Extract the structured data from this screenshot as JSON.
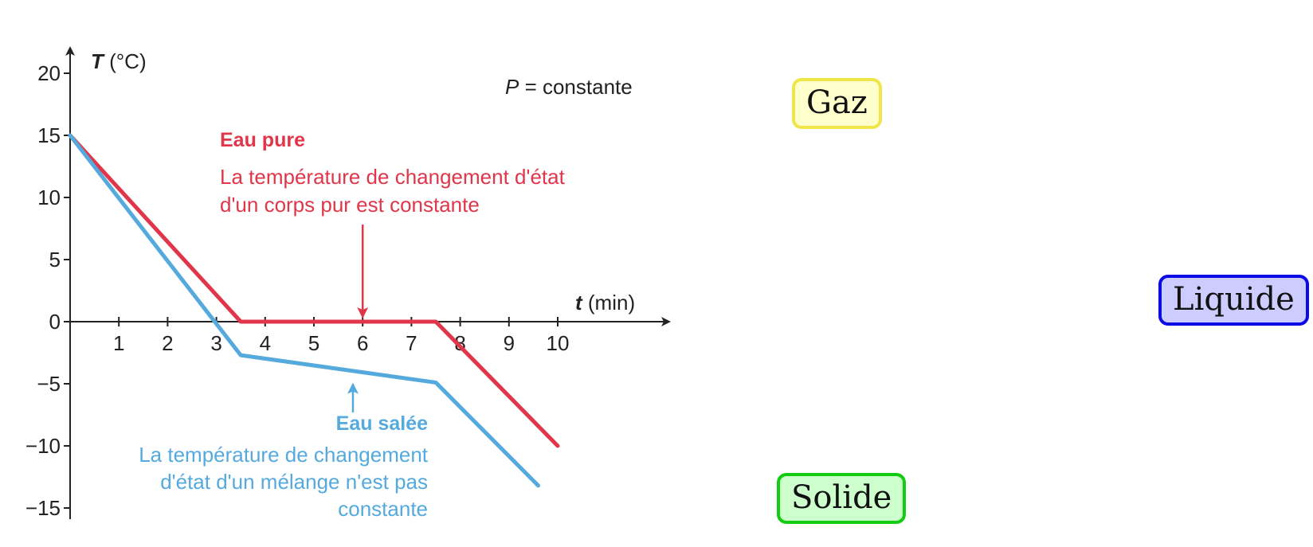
{
  "chart_data": {
    "type": "line",
    "xlabel_var": "t",
    "xlabel_unit": " (min)",
    "ylabel_var": "T",
    "ylabel_unit": " (°C)",
    "x_ticks": [
      1,
      2,
      3,
      4,
      5,
      6,
      7,
      8,
      9,
      10
    ],
    "y_ticks": [
      20,
      15,
      10,
      5,
      0,
      -5,
      -10,
      -15
    ],
    "y_tick_labels": [
      "20",
      "15",
      "10",
      "5",
      "0",
      "−5",
      "−10",
      "−15"
    ],
    "xlim": [
      0,
      12.2
    ],
    "ylim": [
      -16,
      21
    ],
    "grid": false,
    "series": [
      {
        "name": "Eau pure",
        "color": "#e0364a",
        "points": [
          [
            0,
            15
          ],
          [
            3.5,
            0
          ],
          [
            7.5,
            0
          ],
          [
            10,
            -10
          ]
        ]
      },
      {
        "name": "Eau salée",
        "color": "#55aadd",
        "points": [
          [
            0,
            15
          ],
          [
            3.5,
            -2.7
          ],
          [
            7.5,
            -4.9
          ],
          [
            9.6,
            -13.2
          ]
        ]
      }
    ],
    "pressure_note": {
      "var": "P",
      "text": " = constante"
    },
    "annotations": [
      {
        "title": "Eau pure",
        "lines": [
          "La température de changement d'état",
          "d'un corps pur est constante"
        ],
        "color": "#e0364a",
        "arrow_target": [
          6,
          0
        ]
      },
      {
        "title": "Eau salée",
        "lines": [
          "La température de changement",
          "d'état d'un mélange n'est pas",
          "constante"
        ],
        "color": "#55aadd",
        "arrow_target": [
          5.8,
          -4.4
        ]
      }
    ]
  },
  "states": {
    "gaz": "Gaz",
    "liquide": "Liquide",
    "solide": "Solide"
  }
}
